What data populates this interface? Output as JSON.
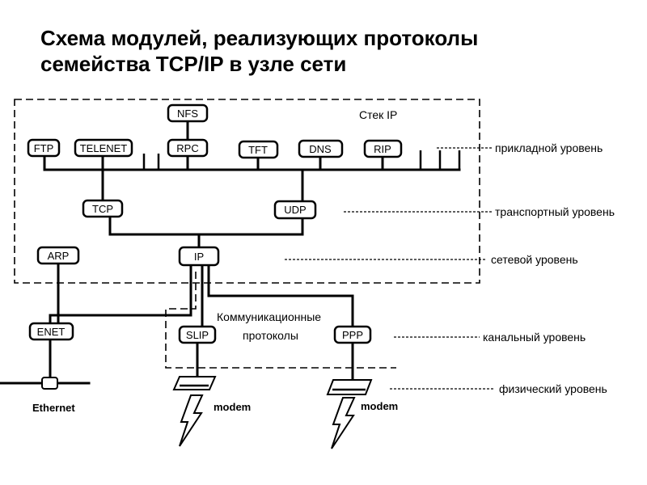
{
  "title": {
    "line1": "Схема модулей, реализующих протоколы",
    "line2": "семейства TCP/IP в узле сети"
  },
  "stack_label": "Стек IP",
  "modules": {
    "nfs": "NFS",
    "ftp": "FTP",
    "telenet": "TELENET",
    "rpc": "RPC",
    "tft": "TFT",
    "dns": "DNS",
    "rip": "RIP",
    "tcp": "TCP",
    "udp": "UDP",
    "arp": "ARP",
    "ip": "IP",
    "enet": "ENET",
    "slip": "SLIP",
    "ppp": "PPP"
  },
  "comm_protocols": {
    "line1": "Коммуникационные",
    "line2": "протоколы"
  },
  "levels": {
    "application": "прикладной уровень",
    "transport": "транспортный уровень",
    "network": "сетевой уровень",
    "link": "канальный уровень",
    "physical": "физический уровень"
  },
  "physical_media": {
    "modem_1": "modem",
    "modem_2": "modem",
    "ethernet": "Ethernet"
  },
  "colors": {
    "line": "#000000",
    "background": "#ffffff"
  }
}
